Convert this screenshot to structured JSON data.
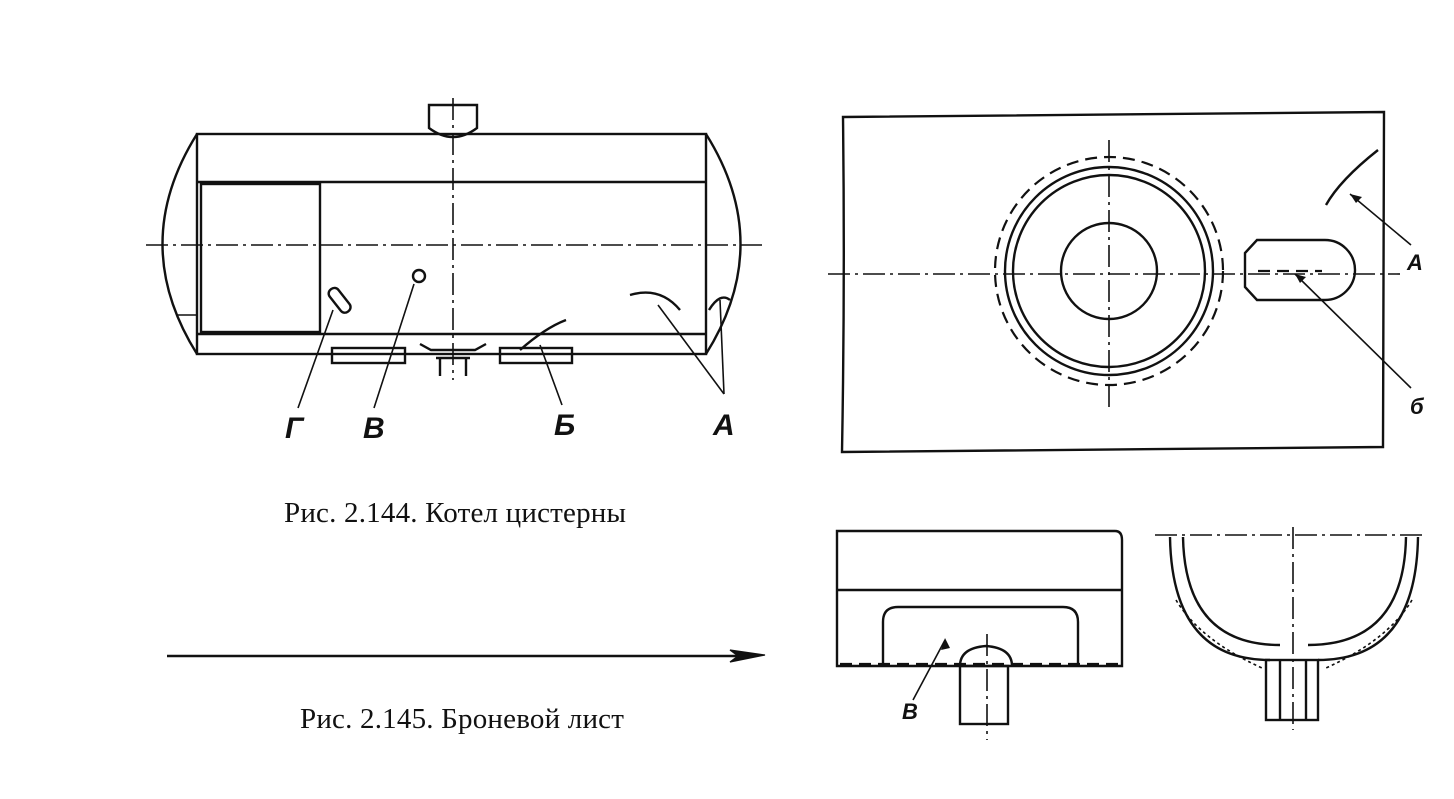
{
  "figure_144": {
    "caption": "Рис. 2.144. Котел цистерны",
    "labels": {
      "g": "Г",
      "v": "В",
      "b": "Б",
      "a": "А"
    }
  },
  "figure_145": {
    "caption": "Рис. 2.145. Броневой лист",
    "labels": {
      "a": "А",
      "b": "б",
      "v": "В"
    }
  }
}
